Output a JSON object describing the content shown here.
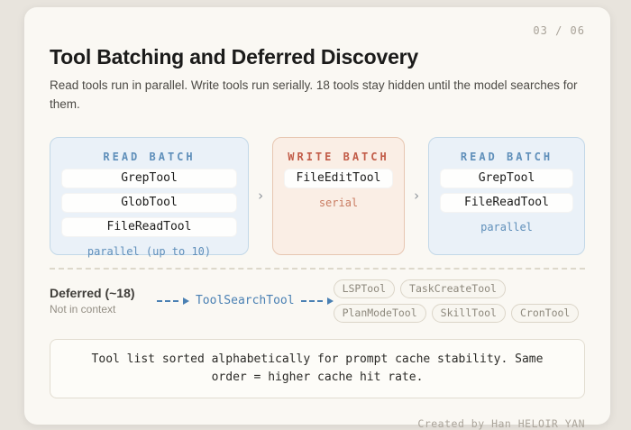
{
  "page_indicator": "03 / 06",
  "header": {
    "title": "Tool Batching and Deferred Discovery",
    "subtitle": "Read tools run in parallel. Write tools run serially. 18 tools stay hidden until the model searches for them."
  },
  "flow": {
    "separator": "›",
    "batches": [
      {
        "label": "READ BATCH",
        "type": "read",
        "tools": [
          "GrepTool",
          "GlobTool",
          "FileReadTool"
        ],
        "mode": "parallel (up to 10)"
      },
      {
        "label": "WRITE BATCH",
        "type": "write",
        "tools": [
          "FileEditTool"
        ],
        "mode": "serial"
      },
      {
        "label": "READ BATCH",
        "type": "read",
        "tools": [
          "GrepTool",
          "FileReadTool"
        ],
        "mode": "parallel"
      }
    ]
  },
  "deferred": {
    "title": "Deferred (~18)",
    "subtitle": "Not in context",
    "router_label": "ToolSearchTool",
    "arrow_icon": "dashed-arrow-right",
    "hidden_tools": [
      "LSPTool",
      "TaskCreateTool",
      "PlanModeTool",
      "SkillTool",
      "CronTool"
    ]
  },
  "note": {
    "text": "Tool list sorted alphabetically for prompt cache stability. Same order = higher cache hit rate."
  },
  "footer": {
    "credit": "Created by Han HELOIR YAN"
  },
  "colors": {
    "page_bg": "#e8e4dd",
    "card_bg": "#faf8f3",
    "read_accent": "#5f8fba",
    "read_box_bg": "#eaf1f8",
    "read_box_border": "#c3d8e8",
    "write_accent": "#c25c48",
    "write_mode": "#c97c62",
    "write_box_bg": "#faeee5",
    "write_box_border": "#e7c7b2",
    "arrow_blue": "#4a80b3",
    "pill_white": "#fefefd"
  }
}
